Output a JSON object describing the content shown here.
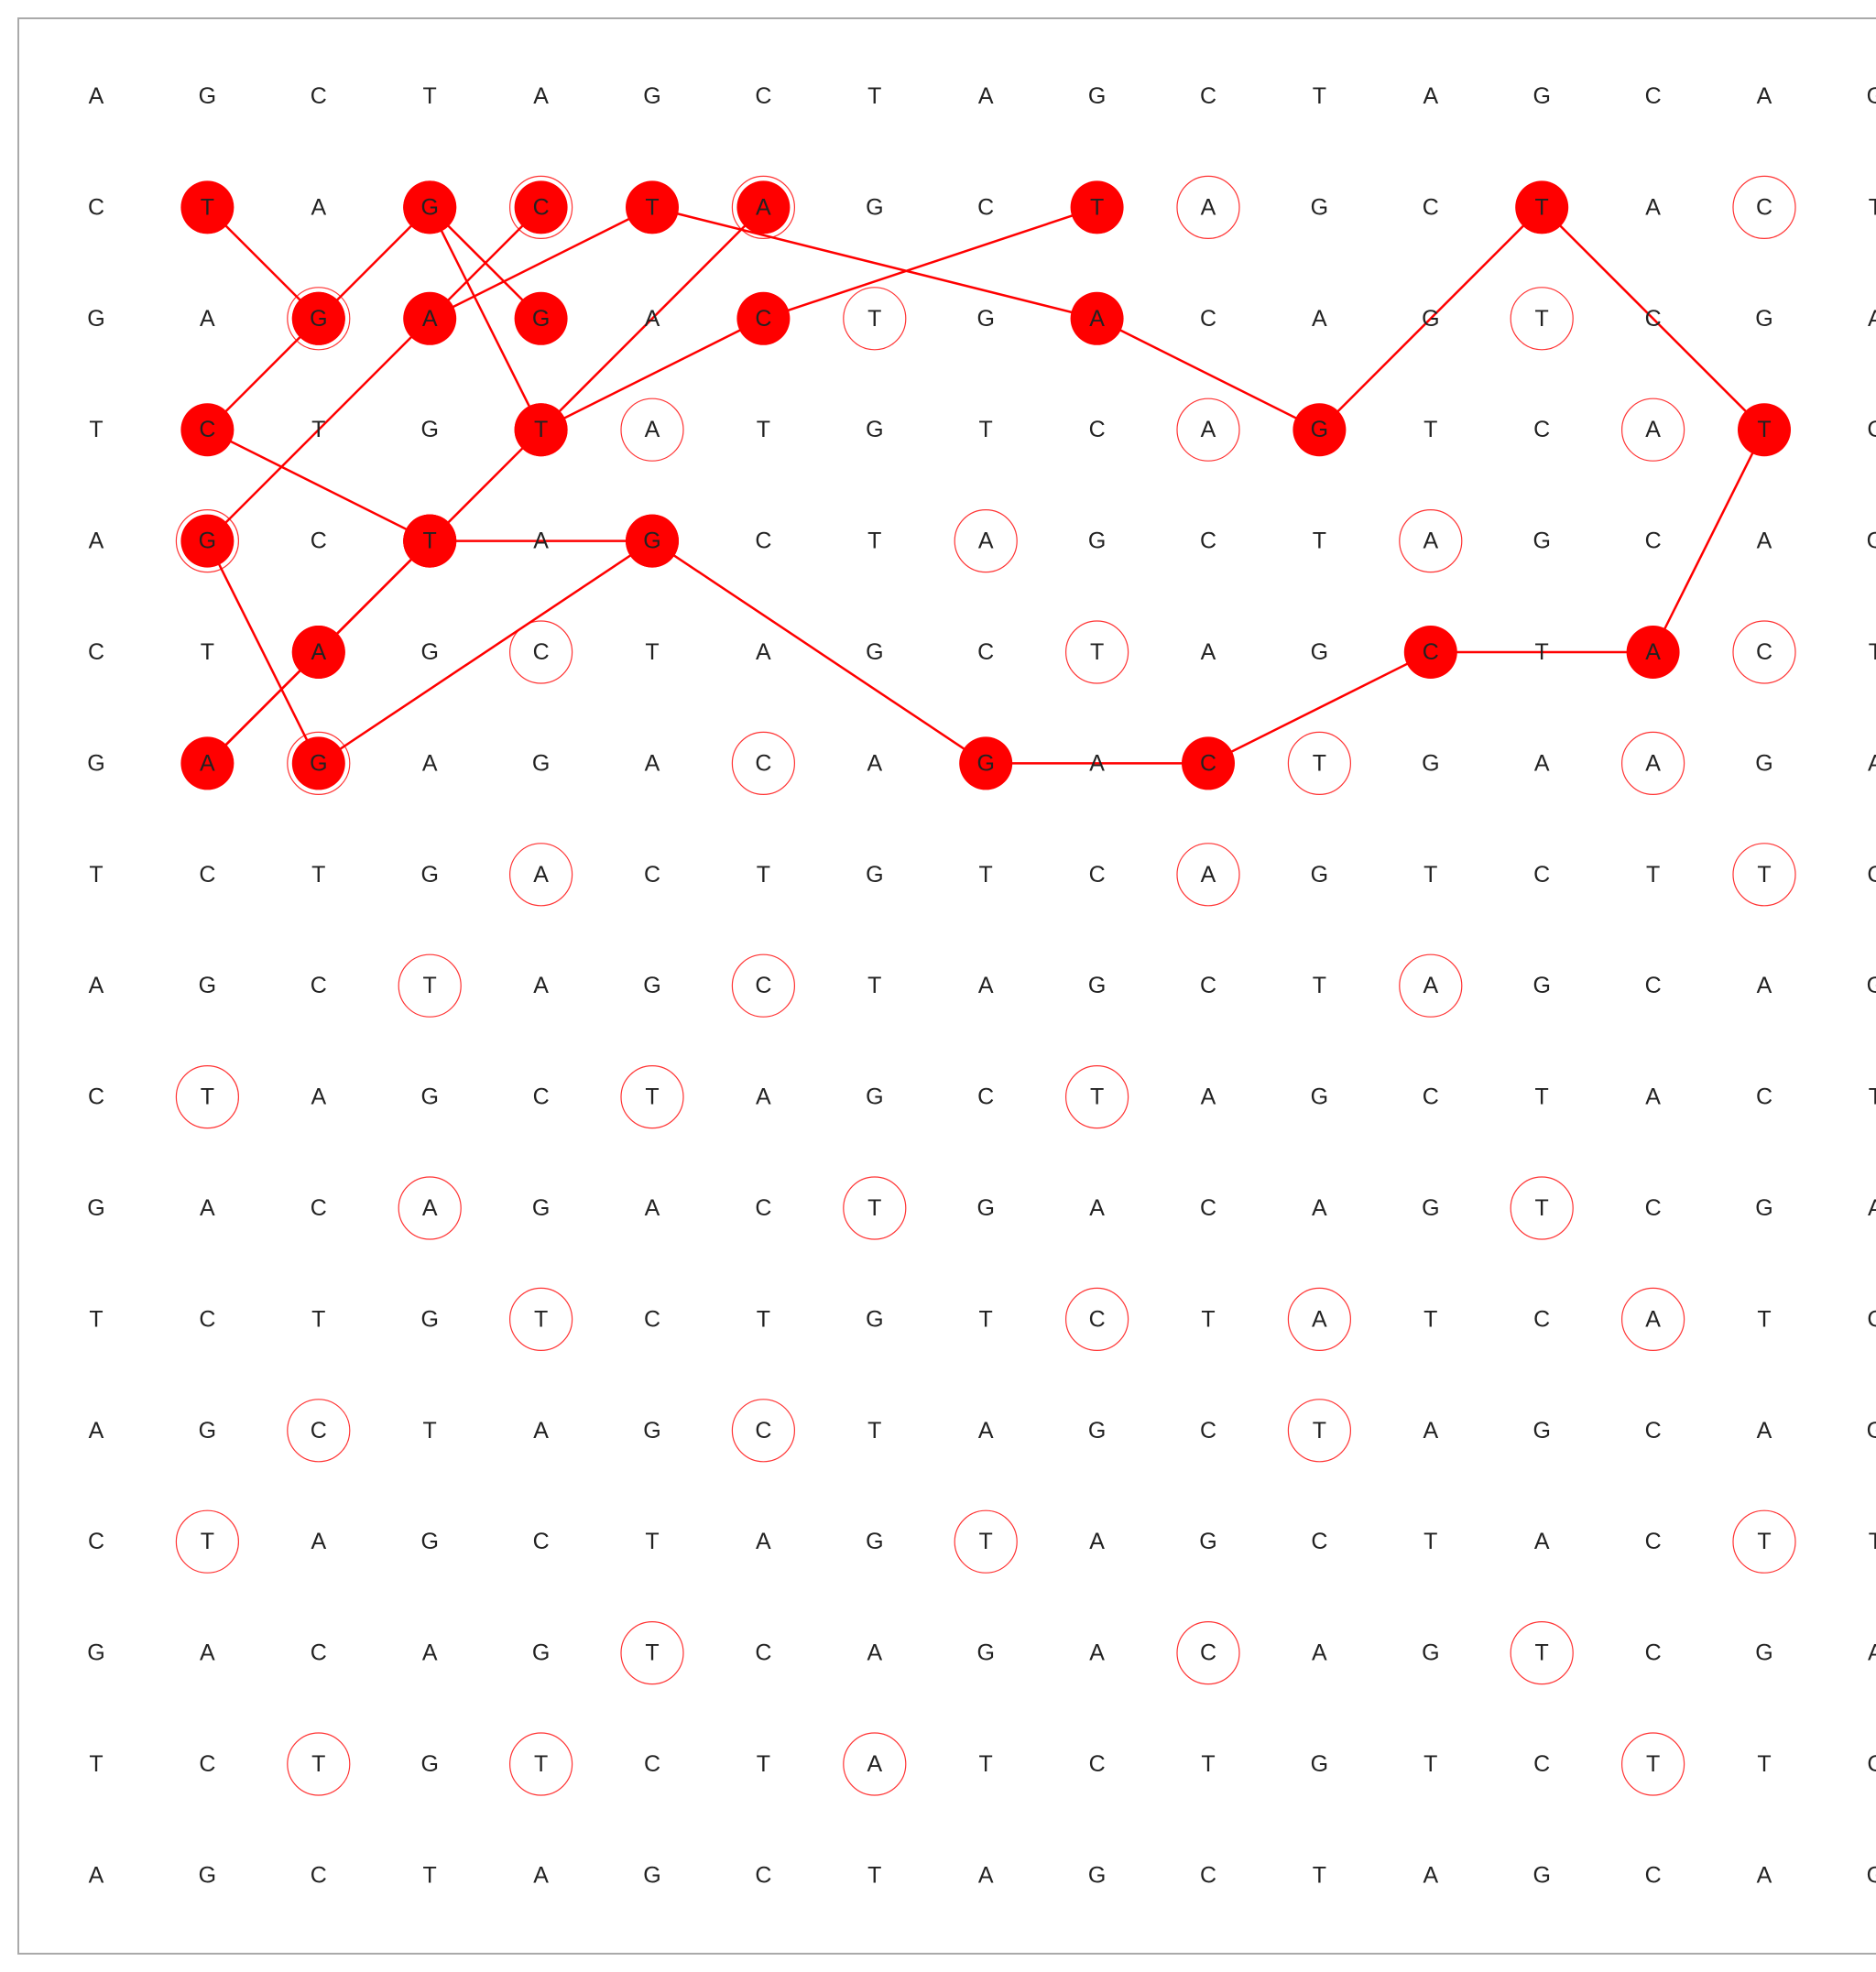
{
  "puzzle": {
    "grid": [
      "AGCTAGCTAGCTAGCAG",
      "CTAGCTAGCTAGCTACT",
      "GAGAGACTGACAGTCGA",
      "TCTGTATGTCAGTCATC",
      "AGCTAGCTAGCTAGCAG",
      "CTAGCTAGCTAGCTACT",
      "GAGAGACAGACTGAAGA",
      "TCTGACTGTCAGTCTTC",
      "AGCTAGCTAGCTAGCAG",
      "CTAGCTAGCTAGCTACT",
      "GACAGACTGACAGTCGA",
      "TCTGTCTGTCTATCATC",
      "AGCTAGCTAGCTAGCAG",
      "CTAGCTAGTAGCTACTT",
      "GACAGTCAGACAGTCGA",
      "TCTGTCTATCTGTCTTC",
      "AGCTAGCTAGCTAGCAG"
    ],
    "paths": [
      [
        [
          2,
          3
        ],
        [
          1,
          5
        ],
        [
          2,
          9
        ],
        [
          3,
          11
        ],
        [
          1,
          13
        ],
        [
          3,
          15
        ],
        [
          5,
          14
        ],
        [
          5,
          12
        ],
        [
          6,
          10
        ],
        [
          6,
          8
        ],
        [
          4,
          5
        ],
        [
          4,
          3
        ],
        [
          5,
          2
        ]
      ],
      [
        [
          5,
          2
        ],
        [
          6,
          1
        ],
        [
          4,
          3
        ]
      ],
      [
        [
          1,
          4
        ],
        [
          4,
          1
        ],
        [
          6,
          2
        ],
        [
          4,
          5
        ]
      ],
      [
        [
          1,
          9
        ],
        [
          2,
          6
        ],
        [
          3,
          4
        ],
        [
          1,
          3
        ],
        [
          2,
          2
        ],
        [
          3,
          1
        ],
        [
          4,
          3
        ],
        [
          3,
          4
        ],
        [
          1,
          6
        ]
      ],
      [
        [
          1,
          1
        ],
        [
          2,
          2
        ]
      ],
      [
        [
          1,
          3
        ],
        [
          2,
          4
        ]
      ]
    ],
    "highlighted_cells": [
      [
        1,
        4
      ],
      [
        1,
        6
      ],
      [
        1,
        10
      ],
      [
        1,
        15
      ],
      [
        2,
        2
      ],
      [
        2,
        7
      ],
      [
        2,
        13
      ],
      [
        3,
        5
      ],
      [
        3,
        10
      ],
      [
        3,
        14
      ],
      [
        4,
        1
      ],
      [
        4,
        8
      ],
      [
        4,
        12
      ],
      [
        5,
        4
      ],
      [
        5,
        9
      ],
      [
        5,
        15
      ],
      [
        6,
        2
      ],
      [
        6,
        6
      ],
      [
        6,
        11
      ],
      [
        6,
        14
      ],
      [
        7,
        4
      ],
      [
        7,
        10
      ],
      [
        7,
        15
      ],
      [
        8,
        3
      ],
      [
        8,
        6
      ],
      [
        8,
        12
      ],
      [
        9,
        1
      ],
      [
        9,
        5
      ],
      [
        9,
        9
      ],
      [
        10,
        3
      ],
      [
        10,
        7
      ],
      [
        10,
        13
      ],
      [
        11,
        4
      ],
      [
        11,
        9
      ],
      [
        11,
        11
      ],
      [
        11,
        14
      ],
      [
        12,
        2
      ],
      [
        12,
        6
      ],
      [
        12,
        11
      ],
      [
        13,
        1
      ],
      [
        13,
        8
      ],
      [
        13,
        15
      ],
      [
        14,
        5
      ],
      [
        14,
        10
      ],
      [
        14,
        13
      ],
      [
        15,
        2
      ],
      [
        15,
        4
      ],
      [
        15,
        7
      ],
      [
        15,
        14
      ]
    ],
    "colors": {
      "path": "#ff0000",
      "letters": "#222222",
      "border": "#aaaaaa",
      "background": "#ffffff"
    }
  }
}
